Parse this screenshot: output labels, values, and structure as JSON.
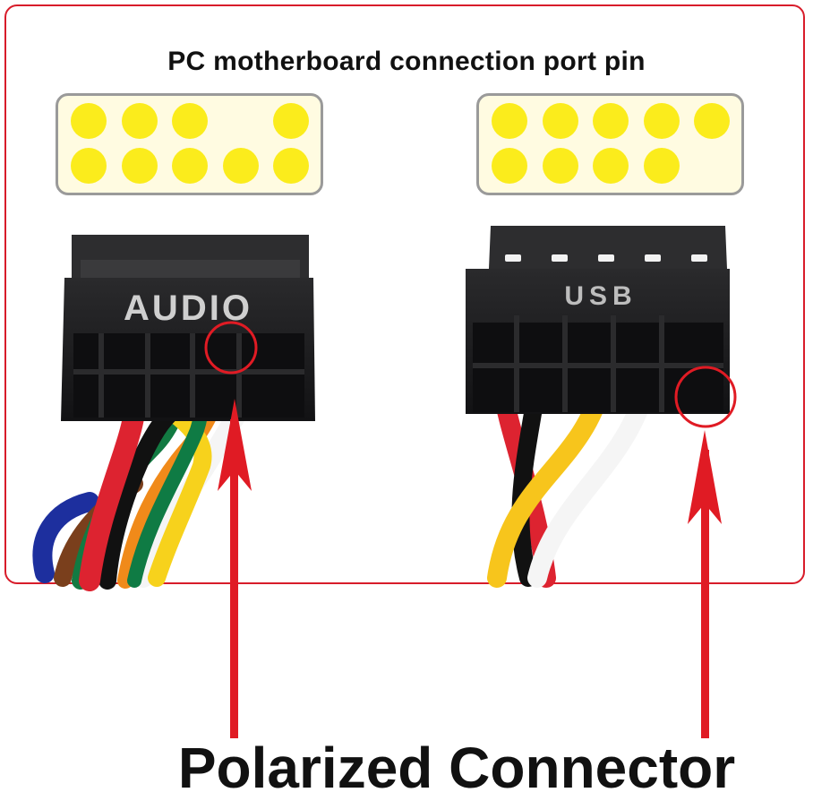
{
  "title": "PC motherboard connection port pin",
  "caption": "Polarized Connector",
  "audio_connector": {
    "label": "AUDIO",
    "pin_rows": [
      [
        true,
        true,
        true,
        false,
        true
      ],
      [
        true,
        true,
        true,
        true,
        true
      ]
    ]
  },
  "usb_connector": {
    "label": "USB",
    "pin_rows": [
      [
        true,
        true,
        true,
        true,
        true
      ],
      [
        true,
        true,
        true,
        true,
        false
      ]
    ]
  },
  "colors": {
    "frame": "#d81c2a",
    "pin": "#fbec1c",
    "arrow": "#e01b24",
    "housing": "#1c1c1e"
  }
}
